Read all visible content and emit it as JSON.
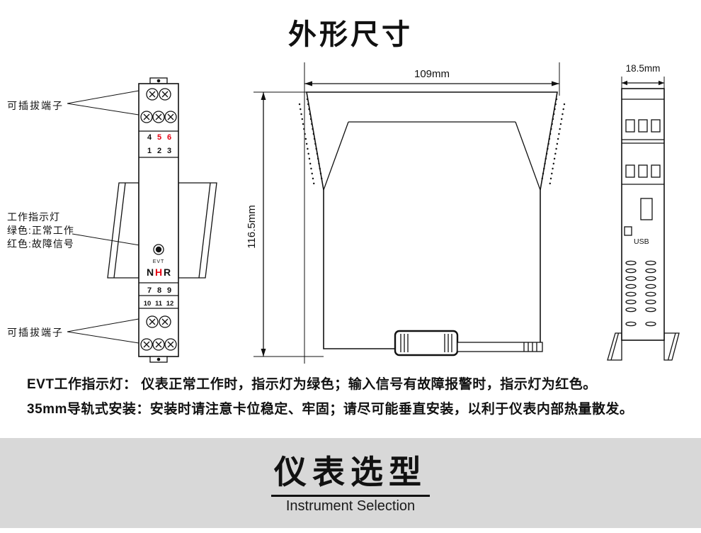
{
  "page_title": "外形尺寸",
  "front_view": {
    "label_pluggable_top": "可插拔端子",
    "label_pluggable_bottom": "可插拔端子",
    "indicator_label": "工作指示灯",
    "indicator_green": "绿色:正常工作",
    "indicator_red": "红色:故障信号",
    "led_label": "EVT",
    "brand": {
      "n": "N",
      "h": "H",
      "r": "R"
    },
    "row_456": [
      "4",
      "5",
      "6"
    ],
    "row_123": [
      "1",
      "2",
      "3"
    ],
    "row_789": [
      "7",
      "8",
      "9"
    ],
    "row_101112": [
      "10",
      "11",
      "12"
    ]
  },
  "side_view": {
    "width_dim": "109mm",
    "height_dim": "116.5mm"
  },
  "profile_view": {
    "width_dim": "18.5mm",
    "usb_label": "USB"
  },
  "notes": {
    "line1": "EVT工作指示灯： 仪表正常工作时，指示灯为绿色；输入信号有故障报警时，指示灯为红色。",
    "line2": "35mm导轨式安装：安装时请注意卡位稳定、牢固；请尽可能垂直安装，以利于仪表内部热量散发。"
  },
  "footer": {
    "title": "仪表选型",
    "subtitle": "Instrument Selection"
  },
  "colors": {
    "accent_red": "#e60012",
    "footer_bg": "#d8d8d8",
    "ink": "#111111"
  }
}
